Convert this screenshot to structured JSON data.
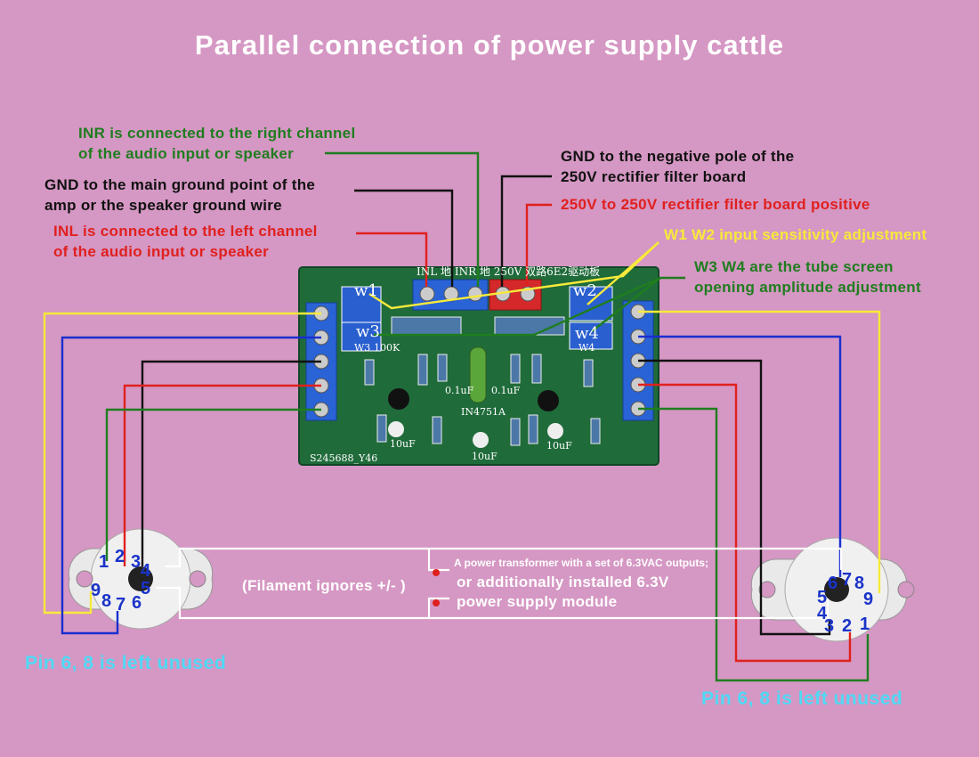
{
  "title": "Parallel connection of power supply cattle",
  "annotations": {
    "inr": [
      "INR is connected to the right channel",
      "of the audio input or speaker"
    ],
    "gnd_main": [
      "GND to the main ground point of the",
      "amp or the speaker ground wire"
    ],
    "inl": [
      "INL is connected to the left channel",
      "of the audio input or speaker"
    ],
    "gnd_neg": [
      "GND to the negative pole of the",
      "250V rectifier filter board"
    ],
    "v250": "250V to 250V rectifier filter board positive",
    "w1w2": "W1 W2 input sensitivity adjustment",
    "w3w4": [
      "W3 W4 are the tube screen",
      "opening amplitude adjustment"
    ],
    "filament": "(Filament ignores +/- )",
    "transformer": [
      "A power transformer with a set of 6.3VAC outputs;",
      "or additionally installed 6.3V",
      "power supply module"
    ],
    "pins_left": "Pin 6, 8 is left unused",
    "pins_right": "Pin 6, 8 is left unused"
  },
  "pcb": {
    "header": "INL  地  INR  地  250V  双路6E2驱动板",
    "pot_labels": [
      "w1",
      "w2",
      "w3",
      "w4"
    ],
    "silk_w3": "W3",
    "silk_100k": "100K",
    "silk_w4": "W4",
    "silk_diode": "IN4751A",
    "silk_cap1": "0.1uF",
    "silk_cap2": "0.1uF",
    "silk_c10a": "10uF",
    "silk_c10b": "10uF",
    "silk_c10c": "10uF",
    "serial": "S245688_Y46"
  },
  "sockets": {
    "left_pins": [
      "1",
      "2",
      "3",
      "4",
      "5",
      "6",
      "7",
      "8",
      "9"
    ],
    "right_pins": [
      "1",
      "2",
      "3",
      "4",
      "5",
      "6",
      "7",
      "8",
      "9"
    ]
  },
  "colors": {
    "background": "#d597c3",
    "pcb": "#1f6b3a",
    "wire_yellow": "#f7ea3a",
    "wire_blue": "#1a2fd0",
    "wire_black": "#111111",
    "wire_red": "#e0201e",
    "wire_green": "#1f7d1f",
    "terminal_blue": "#2a63d6",
    "terminal_red": "#d5282a"
  }
}
